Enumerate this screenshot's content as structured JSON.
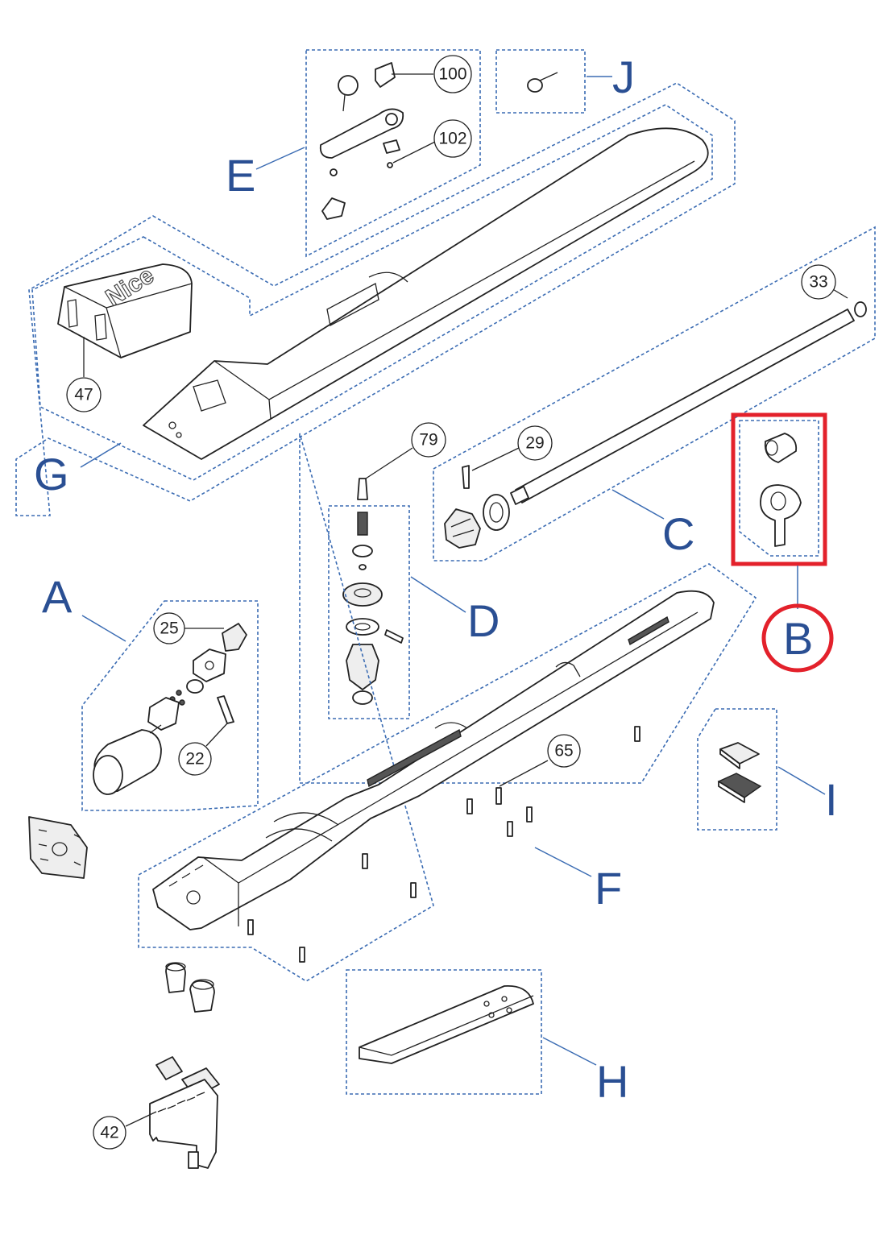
{
  "groups": {
    "A": "A",
    "B": "B",
    "C": "C",
    "D": "D",
    "E": "E",
    "F": "F",
    "G": "G",
    "H": "H",
    "I": "I",
    "J": "J"
  },
  "callouts": {
    "c100": "100",
    "c102": "102",
    "c33": "33",
    "c47": "47",
    "c79": "79",
    "c29": "29",
    "c25": "25",
    "c22": "22",
    "c65": "65",
    "c42": "42"
  },
  "brand_text": "Nice",
  "colors": {
    "group_letters": "#2a4f93",
    "dashed_borders": "#3b6cb3",
    "highlight": "#e3212b",
    "parts": "#222222"
  },
  "highlighted_group": "B"
}
